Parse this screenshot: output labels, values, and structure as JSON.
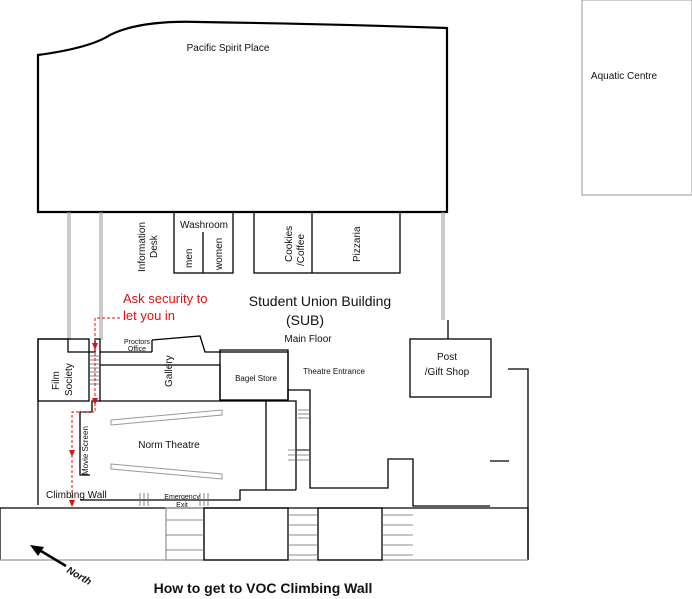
{
  "labels": {
    "pacific_spirit_place": "Pacific Spirit Place",
    "aquatic_centre": "Aquatic Centre",
    "information_desk_line1": "Information",
    "information_desk_line2": "Desk",
    "washroom": "Washroom",
    "men": "men",
    "women": "women",
    "cookies_line1": "Cookies",
    "cookies_line2": "/Coffee",
    "pizzaria": "Pizzaria",
    "ask_security_line1": "Ask security to",
    "ask_security_line2": "let you in",
    "sub_line1": "Student Union Building",
    "sub_line2": "(SUB)",
    "main_floor": "Main Floor",
    "post_line1": "Post",
    "post_line2": "/Gift Shop",
    "proctors_line1": "Proctors",
    "proctors_line2": "Office",
    "film_line1": "Film",
    "film_line2": "Society",
    "gallery": "Gallery",
    "bagel_store": "Bagel Store",
    "theatre_entrance": "Theatre Entrance",
    "norm_theatre": "Norm Theatre",
    "movie_screen": "Movie Screen",
    "climbing_wall": "Climbing Wall",
    "emergency_line1": "Emergency",
    "emergency_line2": "Exit",
    "north": "North"
  },
  "title": "How to get to VOC Climbing Wall",
  "colors": {
    "route": "#e01010",
    "walls": "#000000"
  }
}
